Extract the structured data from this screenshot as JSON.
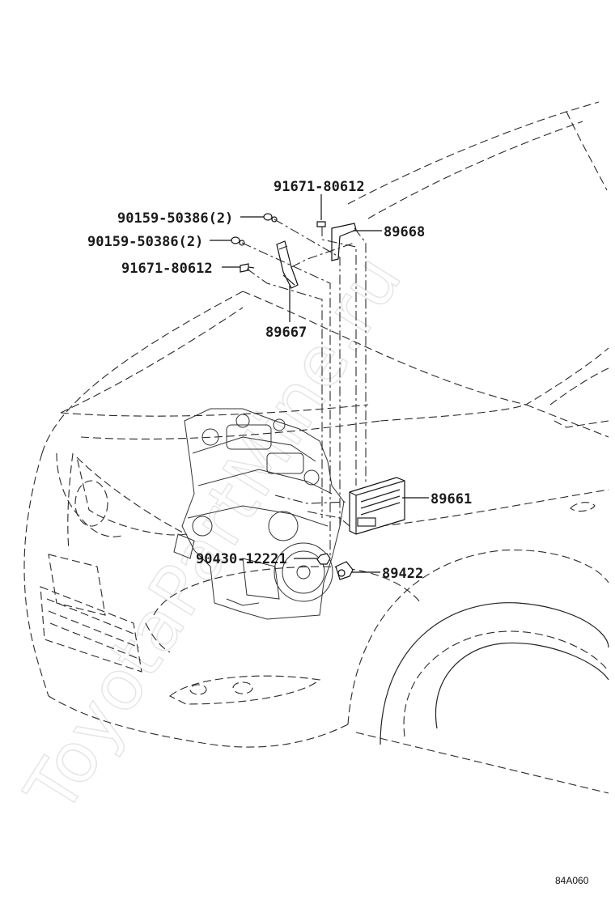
{
  "watermark": "ToyotaPartMine.ru",
  "diagram_code": "84A060",
  "callouts": [
    {
      "id": "c1",
      "label": "91671-80612"
    },
    {
      "id": "c2",
      "label": "90159-50386(2)"
    },
    {
      "id": "c3",
      "label": "90159-50386(2)"
    },
    {
      "id": "c4",
      "label": "91671-80612"
    },
    {
      "id": "c5",
      "label": "89668"
    },
    {
      "id": "c6",
      "label": "89667"
    },
    {
      "id": "c7",
      "label": "89661"
    },
    {
      "id": "c8",
      "label": "90430-12221"
    },
    {
      "id": "c9",
      "label": "89422"
    }
  ]
}
